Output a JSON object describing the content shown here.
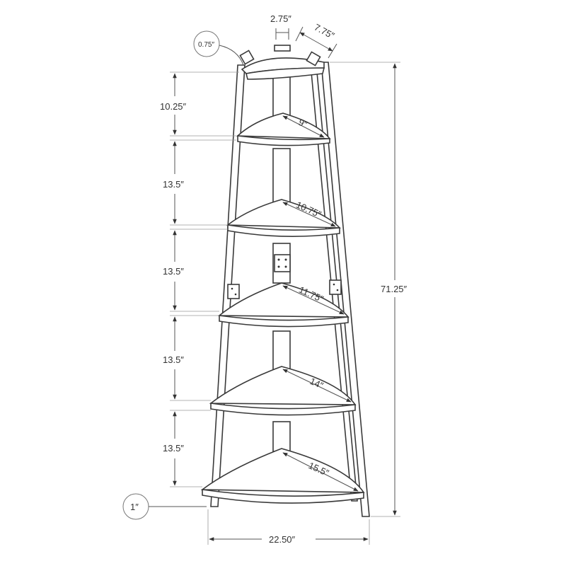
{
  "drawing": {
    "top_width": "2.75″",
    "top_depth": "7.75″",
    "top_thickness": "0.75″",
    "overall_height": "71.25″",
    "overall_width": "22.50″",
    "bottom_leg": "1″",
    "spacings": [
      "10.25″",
      "13.5″",
      "13.5″",
      "13.5″",
      "13.5″"
    ],
    "shelf_depths": [
      "9″",
      "10.75″",
      "11.75″",
      "14″",
      "15.5″"
    ]
  }
}
